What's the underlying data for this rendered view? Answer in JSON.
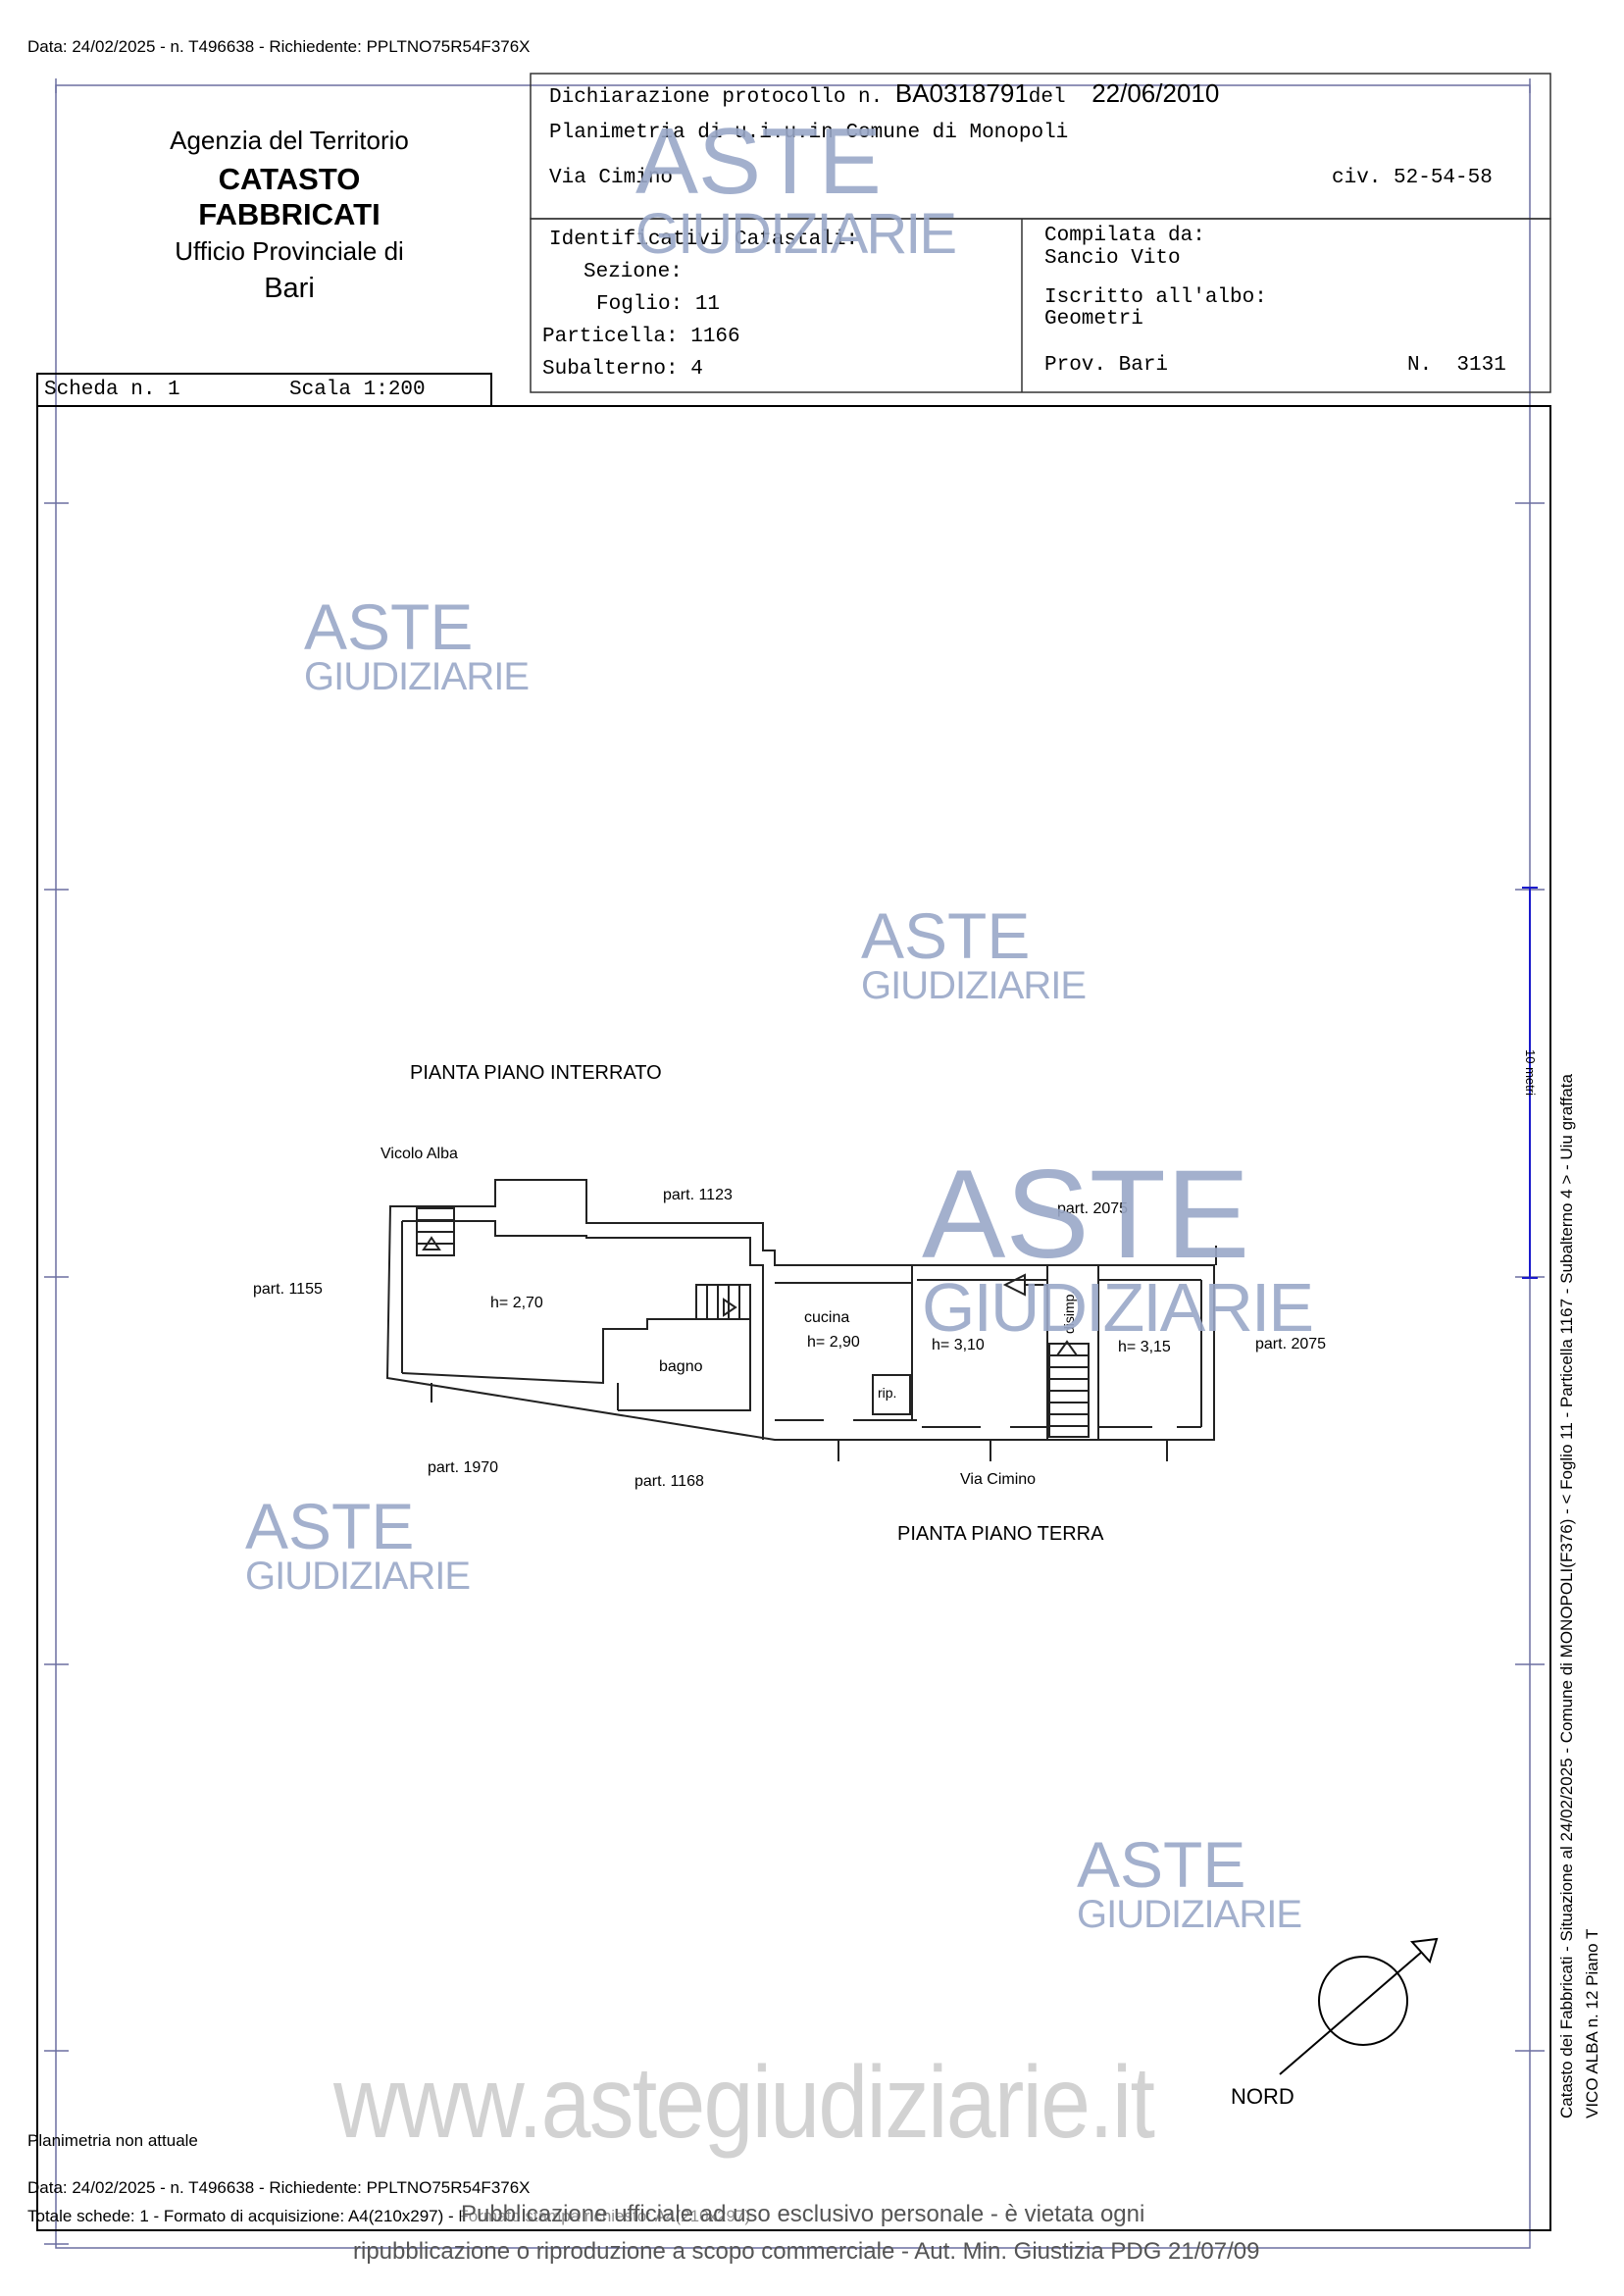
{
  "top_line": "Data: 24/02/2025 - n. T496638 - Richiedente: PPLTNO75R54F376X",
  "agency": {
    "line1": "Agenzia del Territorio",
    "line2": "CATASTO FABBRICATI",
    "line3": "Ufficio Provinciale di",
    "line4": "Bari"
  },
  "header": {
    "dich_prefix": "Dichiarazione protocollo n.",
    "protocol": "BA0318791",
    "del_label": "del",
    "date": "22/06/2010",
    "planimetria": "Planimetria di u.i.u.in Comune di Monopoli",
    "via": "Via Cimino",
    "civ": "civ. 52-54-58"
  },
  "identificativi": {
    "title": "Identificativi Catastali:",
    "sezione": "Sezione:",
    "foglio": "Foglio: 11",
    "particella": "Particella: 1166",
    "subalterno": "Subalterno: 4"
  },
  "compilata": {
    "label": "Compilata da:",
    "name": "Sancio Vito",
    "albo_label": "Iscritto all'albo:",
    "albo": "Geometri",
    "prov": "Prov. Bari",
    "num": "N.  3131"
  },
  "scheda": {
    "scheda": "Scheda n. 1",
    "scala": "Scala 1:200"
  },
  "plan": {
    "interrato": "PIANTA PIANO INTERRATO",
    "terra": "PIANTA PIANO TERRA",
    "vicolo": "Vicolo Alba",
    "p1123": "part. 1123",
    "p2075a": "part. 2075",
    "p1155": "part. 1155",
    "p2075b": "part. 2075",
    "p1970": "part. 1970",
    "p1168": "part. 1168",
    "via_cimino": "Via Cimino",
    "h270": "h= 2,70",
    "bagno": "bagno",
    "cucina": "cucina",
    "h290": "h= 2,90",
    "rip": "rip.",
    "h310": "h= 3,10",
    "disimp": "disimp.",
    "h315": "h= 3,15",
    "scale10": "10 metri"
  },
  "nord": "NORD",
  "watermark": {
    "aste": "ASTE",
    "giudiziarie": "GIUDIZIARIE",
    "site": "www.astegiudiziarie.it"
  },
  "side_text": {
    "line1": "Catasto dei Fabbricati - Situazione al 24/02/2025 - Comune di MONOPOLI(F376) - < Foglio 11 - Particella 1167 - Subalterno 4 > - Uiu graffata",
    "line2": "VICO ALBA n. 12 Piano T"
  },
  "footer": {
    "non_attuale": "Planimetria non attuale",
    "data": "Data: 24/02/2025 - n. T496638 - Richiedente: PPLTNO75R54F376X",
    "totale": "Totale schede: 1 - Formato di acquisizione: A4(210x297) - Formato stampa richiesto: A4(210x297)",
    "pubbl1": "Pubblicazione ufficiale ad uso esclusivo personale - è vietata ogni",
    "pubbl2": "ripubblicazione o riproduzione a scopo commerciale - Aut. Min. Giustizia PDG 21/07/09"
  }
}
